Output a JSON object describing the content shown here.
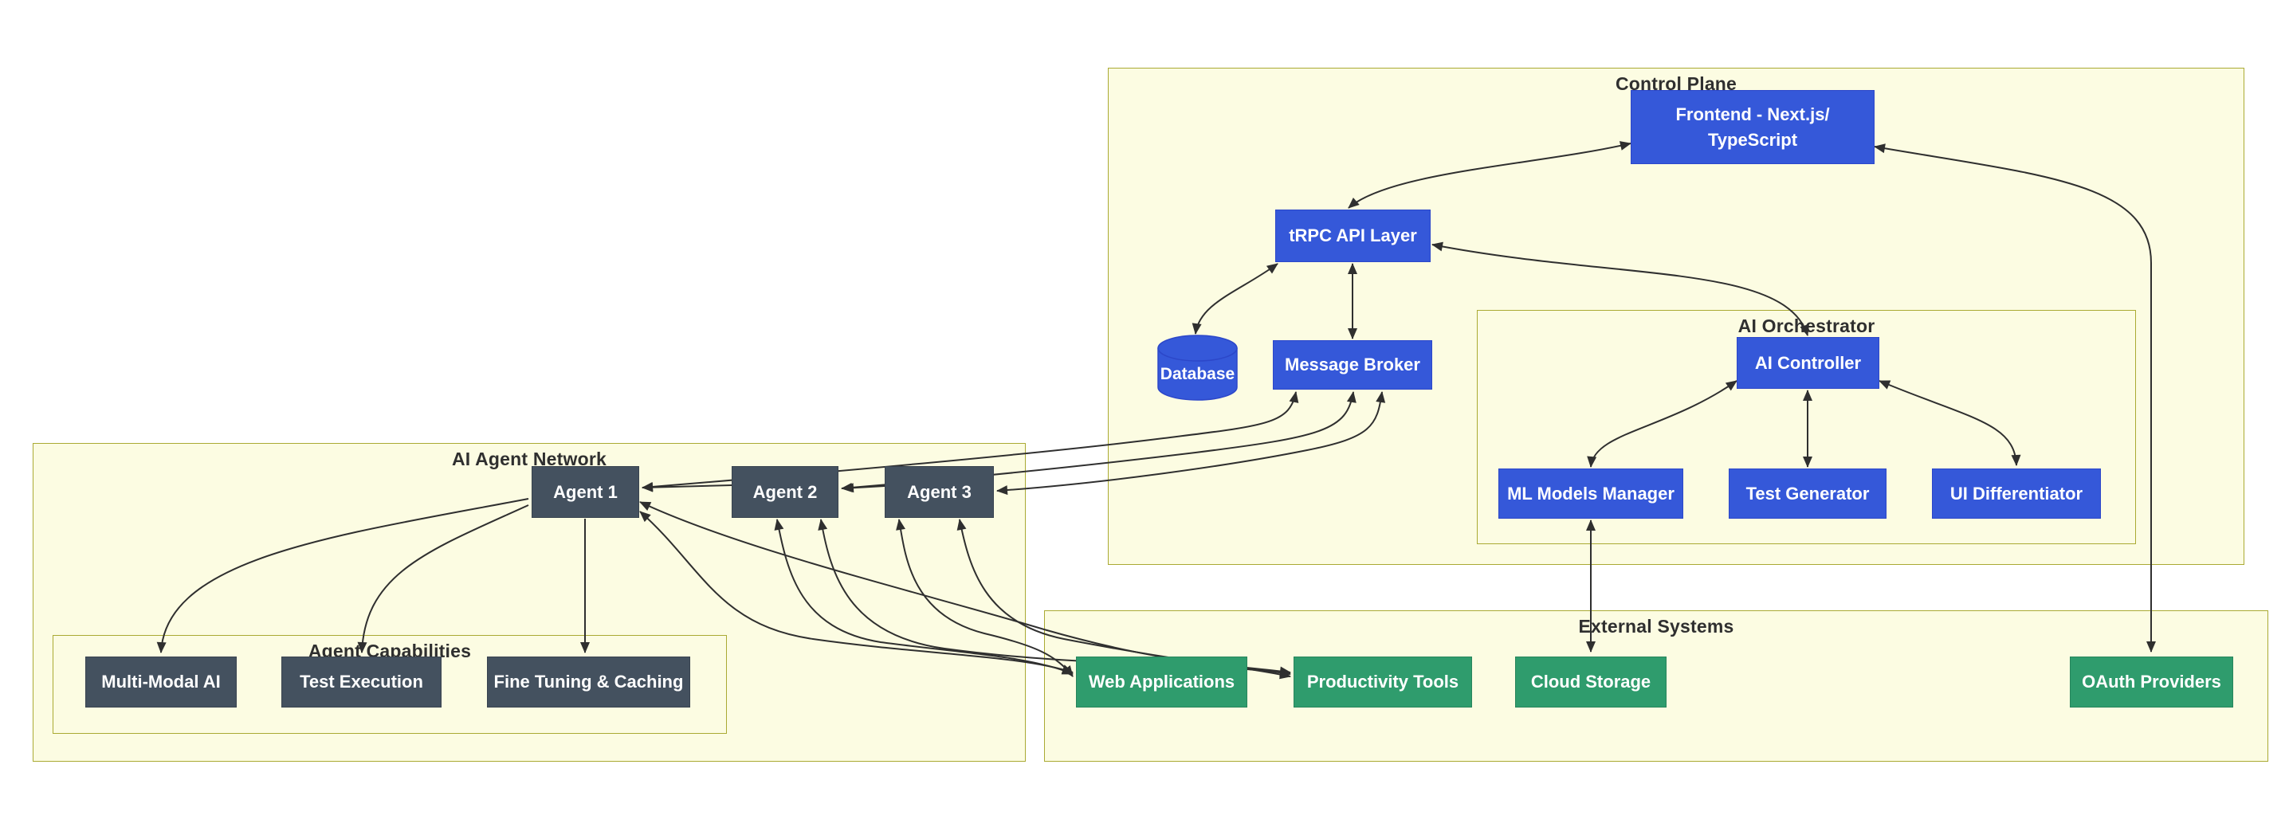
{
  "subgraphs": {
    "control_plane": {
      "label": "Control Plane"
    },
    "ai_orchestrator": {
      "label": "AI Orchestrator"
    },
    "ai_agent_network": {
      "label": "AI Agent Network"
    },
    "agent_capabilities": {
      "label": "Agent Capabilities"
    },
    "external_systems": {
      "label": "External Systems"
    }
  },
  "nodes": {
    "frontend": {
      "label": "Frontend - Next.js/\nTypeScript",
      "type": "blue"
    },
    "trpc": {
      "label": "tRPC API Layer",
      "type": "blue"
    },
    "database": {
      "label": "Database",
      "type": "blue",
      "shape": "cylinder"
    },
    "message_broker": {
      "label": "Message Broker",
      "type": "blue"
    },
    "ai_controller": {
      "label": "AI Controller",
      "type": "blue"
    },
    "ml_models_manager": {
      "label": "ML Models Manager",
      "type": "blue"
    },
    "test_generator": {
      "label": "Test Generator",
      "type": "blue"
    },
    "ui_differentiator": {
      "label": "UI Differentiator",
      "type": "blue"
    },
    "agent1": {
      "label": "Agent 1",
      "type": "dark"
    },
    "agent2": {
      "label": "Agent 2",
      "type": "dark"
    },
    "agent3": {
      "label": "Agent 3",
      "type": "dark"
    },
    "multi_modal_ai": {
      "label": "Multi-Modal AI",
      "type": "dark"
    },
    "test_execution": {
      "label": "Test Execution",
      "type": "dark"
    },
    "fine_tuning_caching": {
      "label": "Fine Tuning & Caching",
      "type": "dark"
    },
    "web_applications": {
      "label": "Web Applications",
      "type": "green"
    },
    "productivity_tools": {
      "label": "Productivity Tools",
      "type": "green"
    },
    "cloud_storage": {
      "label": "Cloud Storage",
      "type": "green"
    },
    "oauth_providers": {
      "label": "OAuth Providers",
      "type": "green"
    }
  },
  "edges": [
    {
      "from": "frontend",
      "to": "trpc",
      "direction": "both"
    },
    {
      "from": "trpc",
      "to": "database",
      "direction": "both"
    },
    {
      "from": "trpc",
      "to": "message_broker",
      "direction": "both"
    },
    {
      "from": "trpc",
      "to": "ai_controller",
      "direction": "both"
    },
    {
      "from": "ai_controller",
      "to": "ml_models_manager",
      "direction": "both"
    },
    {
      "from": "ai_controller",
      "to": "test_generator",
      "direction": "both"
    },
    {
      "from": "ai_controller",
      "to": "ui_differentiator",
      "direction": "both"
    },
    {
      "from": "ml_models_manager",
      "to": "cloud_storage",
      "direction": "both"
    },
    {
      "from": "frontend",
      "to": "oauth_providers",
      "direction": "both"
    },
    {
      "from": "message_broker",
      "to": "agent1",
      "direction": "both"
    },
    {
      "from": "message_broker",
      "to": "agent2",
      "direction": "both"
    },
    {
      "from": "message_broker",
      "to": "agent3",
      "direction": "both"
    },
    {
      "from": "agent2",
      "to": "agent1",
      "direction": "to"
    },
    {
      "from": "agent3",
      "to": "agent2",
      "direction": "to"
    },
    {
      "from": "agent1",
      "to": "multi_modal_ai",
      "direction": "to"
    },
    {
      "from": "agent1",
      "to": "test_execution",
      "direction": "to"
    },
    {
      "from": "agent1",
      "to": "fine_tuning_caching",
      "direction": "to"
    },
    {
      "from": "agent1",
      "to": "web_applications",
      "direction": "both"
    },
    {
      "from": "agent1",
      "to": "productivity_tools",
      "direction": "both"
    },
    {
      "from": "agent2",
      "to": "web_applications",
      "direction": "both"
    },
    {
      "from": "agent2",
      "to": "productivity_tools",
      "direction": "both"
    },
    {
      "from": "agent3",
      "to": "web_applications",
      "direction": "both"
    },
    {
      "from": "agent3",
      "to": "productivity_tools",
      "direction": "both"
    }
  ],
  "colors": {
    "subgraph_fill": "#fcfce2",
    "subgraph_border": "#aaaa33",
    "blue_node": "#3558d9",
    "dark_node": "#44515f",
    "green_node": "#2f9c6d",
    "edge": "#2f2f2f",
    "node_text": "#ffffff",
    "label_text": "#2f2f2f",
    "page_background": "#ffffff"
  }
}
